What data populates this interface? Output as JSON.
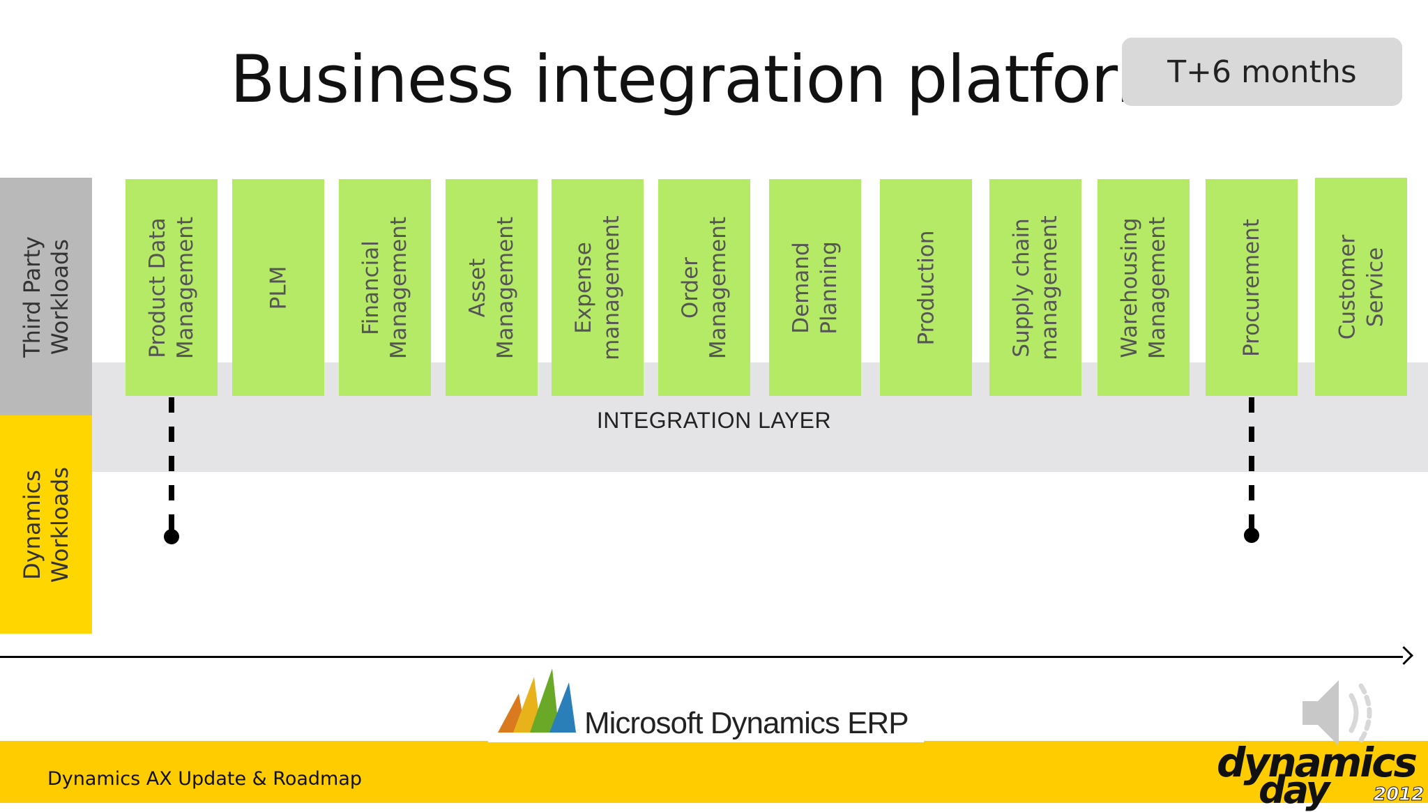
{
  "slide": {
    "title": "Business integration platform",
    "badge": "T+6 months",
    "integration_layer_label": "INTEGRATION LAYER"
  },
  "side_labels": {
    "third_party": [
      "Third Party",
      "Workloads"
    ],
    "dynamics": [
      "Dynamics",
      "Workloads"
    ]
  },
  "workloads": [
    {
      "lines": [
        "Product Data",
        "Management"
      ]
    },
    {
      "lines": [
        "PLM"
      ]
    },
    {
      "lines": [
        "Financial",
        "Management"
      ]
    },
    {
      "lines": [
        "Asset",
        "Management"
      ]
    },
    {
      "lines": [
        "Expense",
        "management"
      ]
    },
    {
      "lines": [
        "Order",
        "Management"
      ]
    },
    {
      "lines": [
        "Demand",
        "Planning"
      ]
    },
    {
      "lines": [
        "Production"
      ]
    },
    {
      "lines": [
        "Supply chain",
        "management"
      ]
    },
    {
      "lines": [
        "Warehousing",
        "Management"
      ]
    },
    {
      "lines": [
        "Procurement"
      ]
    },
    {
      "lines": [
        "Customer",
        "Service"
      ]
    }
  ],
  "footer": {
    "text": "Dynamics AX Update & Roadmap",
    "ms_logo_text": "Microsoft Dynamics ERP",
    "event_logo": {
      "line1": "dynamics",
      "line2": "day",
      "year": "2012"
    }
  },
  "colors": {
    "workload_green": "#b5ea66",
    "dynamics_yellow": "#ffd600",
    "footer_yellow": "#ffcc00",
    "third_party_gray": "#b9b9b9",
    "integration_gray": "#e4e4e6"
  },
  "icons": [
    "speaker-icon",
    "microsoft-dynamics-logo",
    "dynamics-day-logo"
  ]
}
